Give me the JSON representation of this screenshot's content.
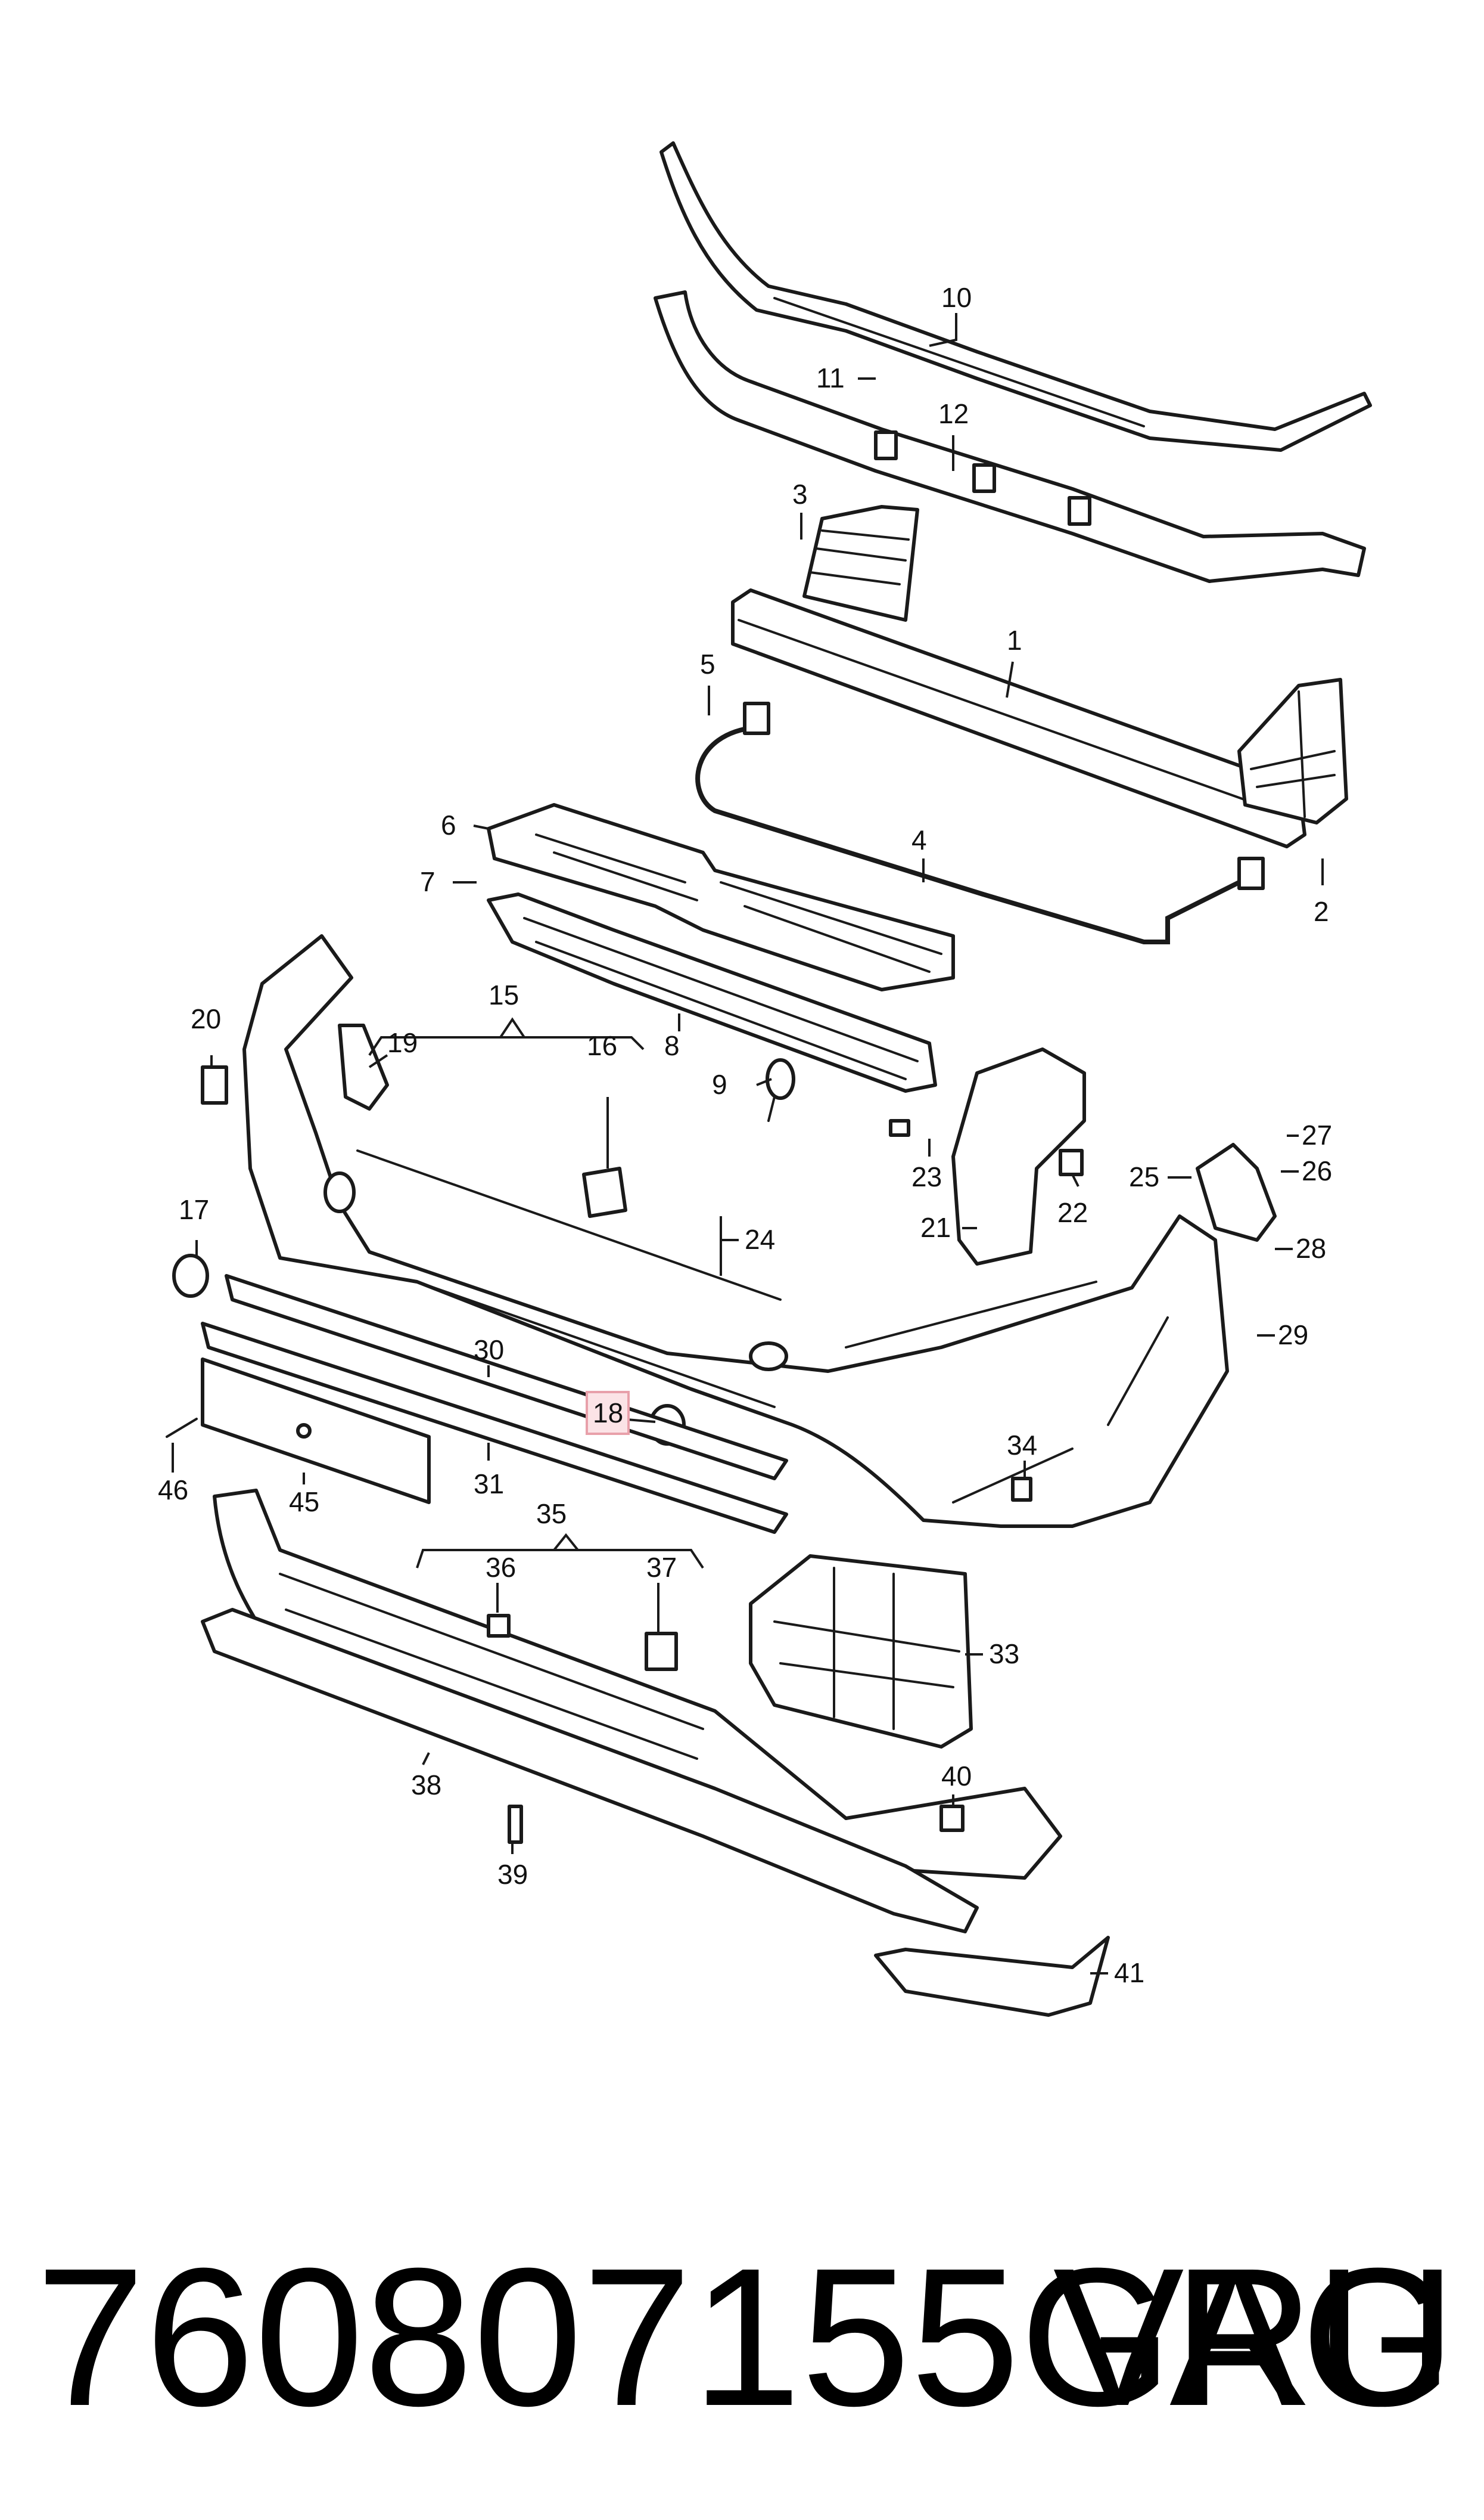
{
  "diagram": {
    "highlight_color": "#e8a0aa",
    "callouts": [
      {
        "id": "c1",
        "label": "1"
      },
      {
        "id": "c2",
        "label": "2"
      },
      {
        "id": "c3",
        "label": "3"
      },
      {
        "id": "c4",
        "label": "4"
      },
      {
        "id": "c5",
        "label": "5"
      },
      {
        "id": "c6",
        "label": "6"
      },
      {
        "id": "c7",
        "label": "7"
      },
      {
        "id": "c8",
        "label": "8"
      },
      {
        "id": "c9",
        "label": "9"
      },
      {
        "id": "c10",
        "label": "10"
      },
      {
        "id": "c11",
        "label": "11"
      },
      {
        "id": "c12",
        "label": "12"
      },
      {
        "id": "c15",
        "label": "15"
      },
      {
        "id": "c16",
        "label": "16"
      },
      {
        "id": "c17",
        "label": "17"
      },
      {
        "id": "c18",
        "label": "18",
        "highlighted": true
      },
      {
        "id": "c19",
        "label": "19"
      },
      {
        "id": "c20",
        "label": "20"
      },
      {
        "id": "c21",
        "label": "21"
      },
      {
        "id": "c22",
        "label": "22"
      },
      {
        "id": "c23",
        "label": "23"
      },
      {
        "id": "c24",
        "label": "24"
      },
      {
        "id": "c25",
        "label": "25"
      },
      {
        "id": "c26",
        "label": "26"
      },
      {
        "id": "c27",
        "label": "27"
      },
      {
        "id": "c28",
        "label": "28"
      },
      {
        "id": "c29",
        "label": "29"
      },
      {
        "id": "c30",
        "label": "30"
      },
      {
        "id": "c31",
        "label": "31"
      },
      {
        "id": "c33",
        "label": "33"
      },
      {
        "id": "c34",
        "label": "34"
      },
      {
        "id": "c35",
        "label": "35"
      },
      {
        "id": "c36",
        "label": "36"
      },
      {
        "id": "c37",
        "label": "37"
      },
      {
        "id": "c38",
        "label": "38"
      },
      {
        "id": "c39",
        "label": "39"
      },
      {
        "id": "c40",
        "label": "40"
      },
      {
        "id": "c41",
        "label": "41"
      },
      {
        "id": "c45",
        "label": "45"
      },
      {
        "id": "c46",
        "label": "46"
      }
    ]
  },
  "footer": {
    "part_number": "760807155GRU",
    "brand": "VAG"
  }
}
